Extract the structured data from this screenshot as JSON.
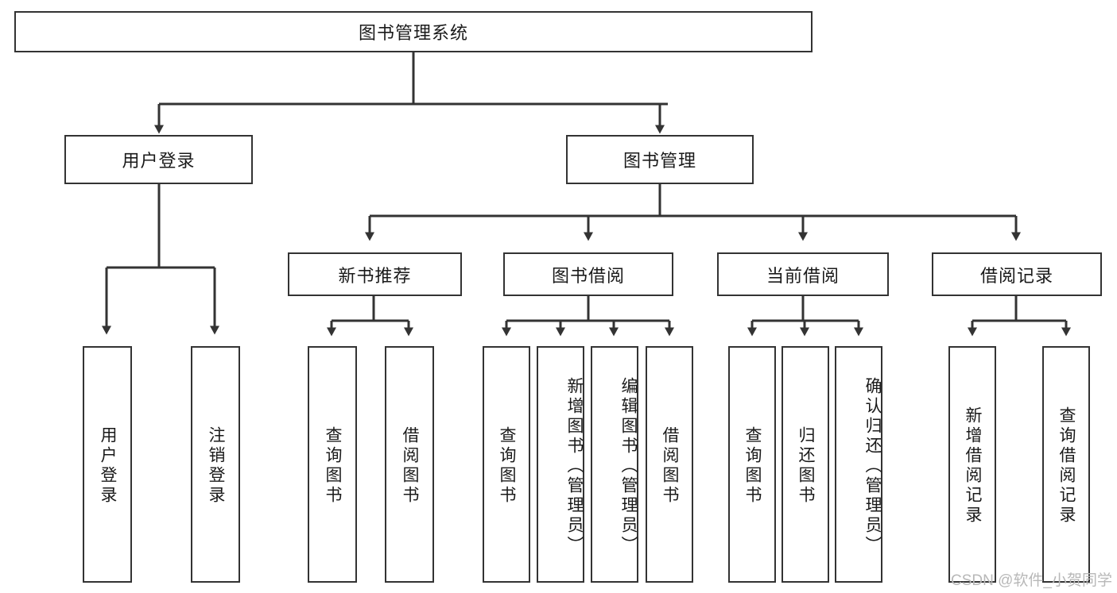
{
  "diagram": {
    "type": "tree-hierarchy-chart",
    "title_text": "图书管理系统",
    "watermark": "CSDN @软件_小贺同学",
    "colors": {
      "box_border": "#333333",
      "box_fill": "#ffffff",
      "connector": "#333333",
      "text": "#1a1a1a",
      "watermark": "#b8b8b8"
    },
    "root": {
      "label": "图书管理系统"
    },
    "level1": [
      {
        "label": "用户登录"
      },
      {
        "label": "图书管理"
      }
    ],
    "level2": [
      {
        "label": "新书推荐"
      },
      {
        "label": "图书借阅"
      },
      {
        "label": "当前借阅"
      },
      {
        "label": "借阅记录"
      }
    ],
    "leaves": {
      "user_login": [
        {
          "label": "用户登录"
        },
        {
          "label": "注销登录"
        }
      ],
      "new_book_recommend": [
        {
          "label": "查询图书"
        },
        {
          "label": "借阅图书"
        }
      ],
      "book_borrow": [
        {
          "label": "查询图书"
        },
        {
          "label": "新增图书（管理员）"
        },
        {
          "label": "编辑图书（管理员）"
        },
        {
          "label": "借阅图书"
        }
      ],
      "current_borrow": [
        {
          "label": "查询图书"
        },
        {
          "label": "归还图书"
        },
        {
          "label": "确认归还（管理员）"
        }
      ],
      "borrow_record": [
        {
          "label": "新增借阅记录"
        },
        {
          "label": "查询借阅记录"
        }
      ]
    }
  }
}
